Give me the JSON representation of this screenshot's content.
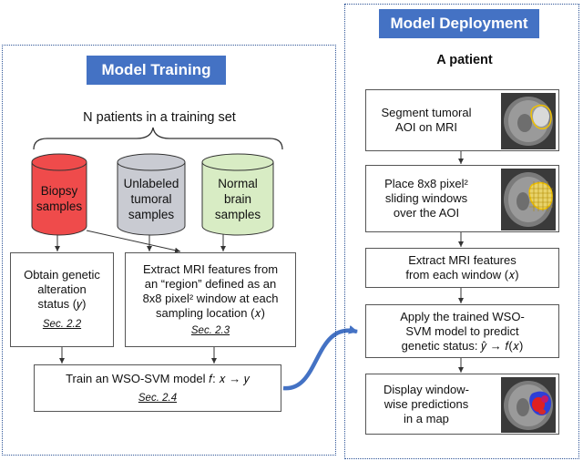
{
  "training": {
    "title": "Model Training",
    "subtitle": "N patients in a training set",
    "cyl_biopsy": [
      "Biopsy",
      "samples"
    ],
    "cyl_unlabeled": [
      "Unlabeled",
      "tumoral",
      "samples"
    ],
    "cyl_normal": [
      "Normal",
      "brain",
      "samples"
    ],
    "box_genetic": [
      "Obtain genetic",
      "alteration",
      "status (𝑦)"
    ],
    "box_genetic_sec": "Sec. 2.2",
    "box_extract": [
      "Extract MRI features from",
      "an “region” defined as an",
      "8x8 pixel² window at each",
      "sampling location (𝑥)"
    ],
    "box_extract_sec": "Sec. 2.3",
    "box_train": "Train an WSO-SVM model 𝑓: 𝑥 → 𝑦",
    "box_train_sec": "Sec. 2.4",
    "colors": {
      "biopsy": "#ef4b4b",
      "unlabeled": "#c9cbd2",
      "normal": "#d8ecc4",
      "accent": "#4472c4"
    }
  },
  "deployment": {
    "title": "Model Deployment",
    "subtitle": "A patient",
    "step1": [
      "Segment tumoral",
      "AOI on MRI"
    ],
    "step2": [
      "Place 8x8 pixel²",
      "sliding windows",
      "over the AOI"
    ],
    "step3": [
      "Extract MRI features",
      "from each window (𝑥)"
    ],
    "step4": [
      "Apply the trained WSO-",
      "SVM model to predict",
      "genetic status: 𝑦̂ → 𝑓(𝑥)"
    ],
    "step5": [
      "Display window-",
      "wise predictions",
      "in a map"
    ]
  }
}
